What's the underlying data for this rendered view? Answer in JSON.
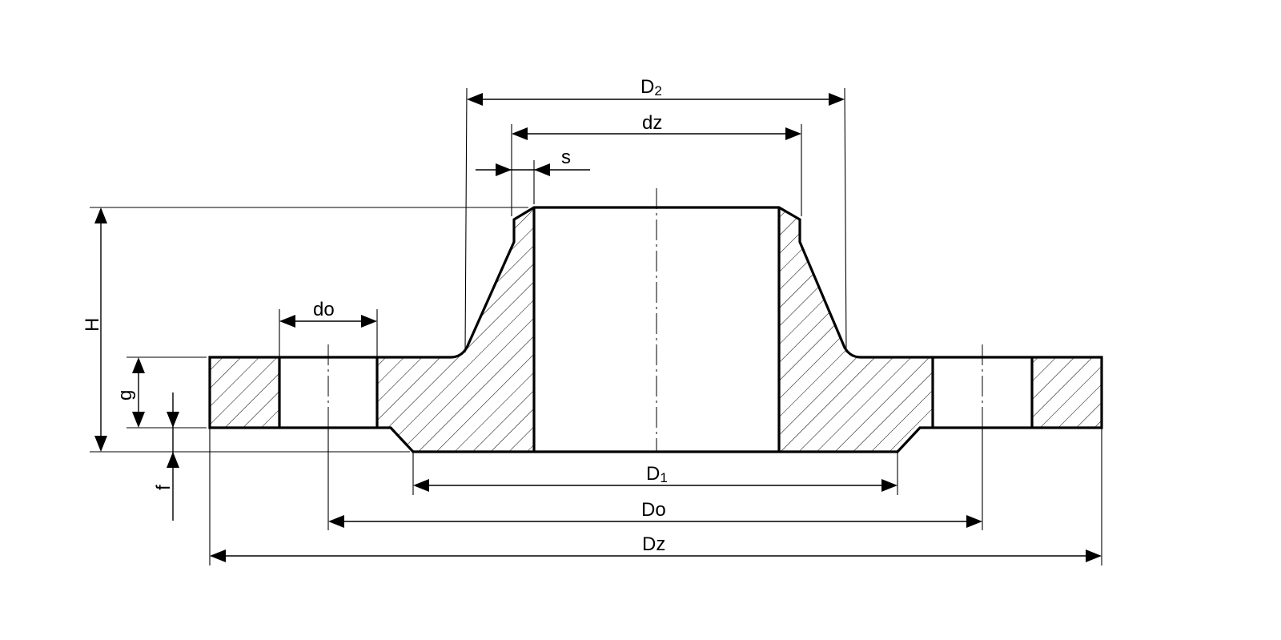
{
  "labels": {
    "D2": {
      "main": "D",
      "sub": "2"
    },
    "dz": "dz",
    "s": "s",
    "do": "do",
    "H": "H",
    "g": "g",
    "f": "f",
    "D1": {
      "main": "D",
      "sub": "1"
    },
    "Do": "Do",
    "Dz": "Dz"
  },
  "colors": {
    "line": "#000000",
    "background": "#ffffff"
  }
}
